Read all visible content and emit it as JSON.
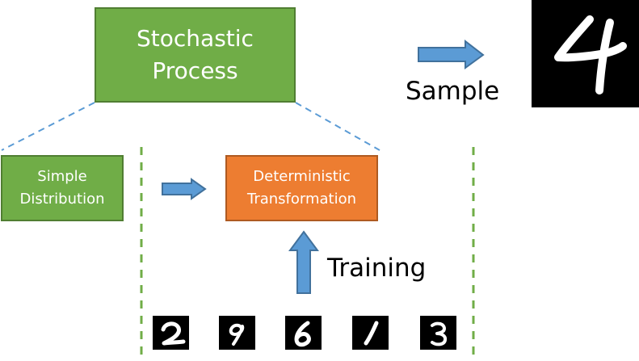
{
  "diagram": {
    "process_box": {
      "lines": [
        "Stochastic",
        "Process"
      ]
    },
    "simple_box": {
      "lines": [
        "Simple",
        "Distribution"
      ]
    },
    "transform_box": {
      "lines": [
        "Deterministic",
        "Transformation"
      ]
    },
    "labels": {
      "sample": "Sample",
      "training": "Training"
    },
    "sample_digit": "4",
    "training_digits": [
      "2",
      "9",
      "6",
      "1",
      "3"
    ],
    "colors": {
      "green_box": "#70ad47",
      "green_border": "#507e32",
      "orange_box": "#ed7d31",
      "orange_border": "#ae5a21",
      "arrow_fill": "#5b9bd5",
      "arrow_border": "#41719c",
      "dashed_blue": "#5b9bd5",
      "dashed_green": "#70ad47",
      "digit_background": "#000000",
      "digit_stroke": "#ffffff"
    },
    "icons": {
      "right_arrow": "right-arrow-icon",
      "up_arrow": "up-arrow-icon"
    }
  }
}
